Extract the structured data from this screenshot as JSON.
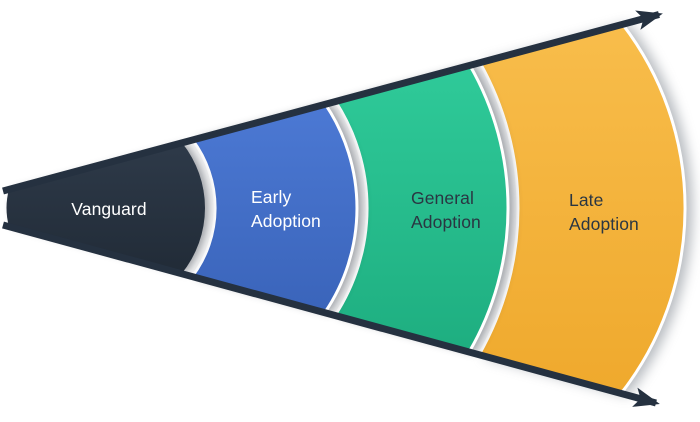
{
  "figure": {
    "background": "#ffffff",
    "arrow_color": "#253140"
  },
  "segments": [
    {
      "id": "vanguard",
      "lines": [
        "Vanguard"
      ],
      "color_light": "#2E3A49",
      "color_dark": "#212B37",
      "text_color": "#FFFFFF"
    },
    {
      "id": "early-adoption",
      "lines": [
        "Early",
        "Adoption"
      ],
      "color_light": "#4C79D4",
      "color_dark": "#3A64BA",
      "text_color": "#FFFFFF"
    },
    {
      "id": "general-adoption",
      "lines": [
        "General",
        "Adoption"
      ],
      "color_light": "#2FCA99",
      "color_dark": "#1EAE80",
      "text_color": "#2A3642"
    },
    {
      "id": "late-adoption",
      "lines": [
        "Late",
        "Adoption"
      ],
      "color_light": "#F8BD4B",
      "color_dark": "#EFA92D",
      "text_color": "#2A3642"
    }
  ]
}
